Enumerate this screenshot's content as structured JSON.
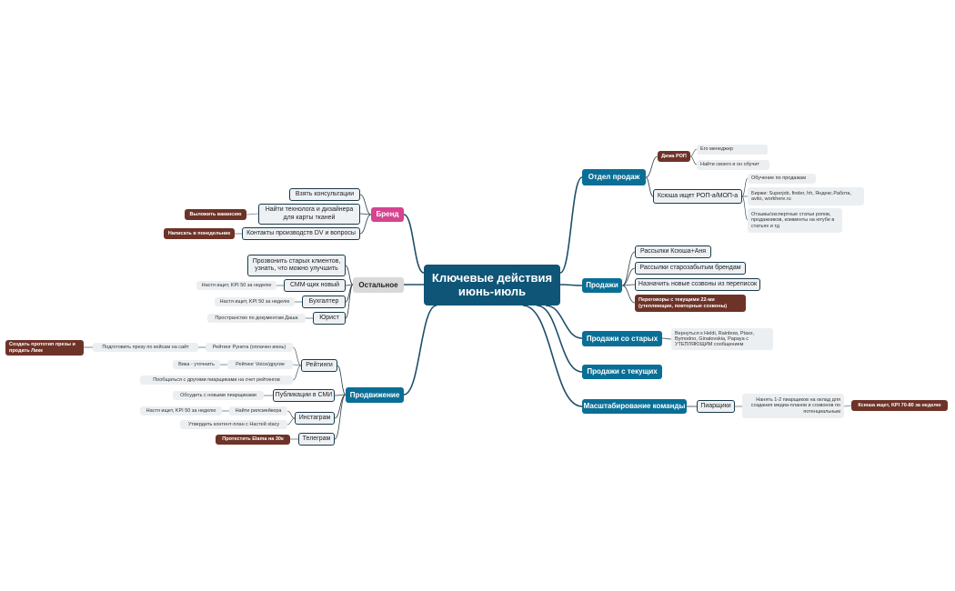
{
  "title": "Ключевые действия июнь-июль",
  "branches": {
    "otdel": {
      "label": "Отдел продаж",
      "dima": "Дима РОП",
      "dima_items": [
        "Его менеджер",
        "Найти своего и он обучит"
      ],
      "ksyusha": "Ксюша ищет РОП-а/МОП-а",
      "ksyusha_items": [
        "Обучение по продажам",
        "Биржи: Superjob, finder, hh, Яндекс.Работа, avito, workhere.ru",
        "Отзывы/экспертные статьи ропов, продажников, комменты на ютубе в статьях и тд"
      ]
    },
    "prodazhi": {
      "label": "Продажи",
      "items": [
        "Рассылки Ксюша+Аня",
        "Рассылки старозабытым брендам",
        "Назначить новые созвоны из переписок"
      ],
      "highlight": "Переговоры с текущими 22-ми (утепляющие, повторные созвоны)"
    },
    "starye": {
      "label": "Продажи со старых",
      "note": "Вернуться к Heldi, Rainbow, Ptaxx, Bymodno, Ginatovskia, Papaya с УТЕПЛЯЮЩИМ сообщением"
    },
    "tekuschie": {
      "label": "Продажи с текущих"
    },
    "masshtab": {
      "label": "Масштабирование команды",
      "sub": "Пиарщики",
      "note": "Нанять 1-2 пиарщиков на оклад для создания медиа-планов и созвонов по потенциальным",
      "highlight": "Ксюша ищет, KPI 70-80 за неделю"
    },
    "brend": {
      "label": "Бренд",
      "items": [
        "Взять консультации",
        "Найти технолога и дизайнера для карты тканей",
        "Контакты производств DV и вопросы"
      ],
      "notes": [
        "Выложить вакансию",
        "Написать в понедельник"
      ]
    },
    "ostalnoe": {
      "label": "Остальное",
      "items": [
        "Прозвонить старых клиентов, узнать, что можно улучшить",
        "СММ-щик новый",
        "Бухгалтер",
        "Юрист"
      ],
      "notes": [
        "Настя ищет, KPI 50 за неделю",
        "Настя ищет, KPI 50 за неделю",
        "Пространство по документам Даша"
      ]
    },
    "prodvizhenie": {
      "label": "Продвижение",
      "reitingi": "Рейтинги",
      "reitingi_items": [
        "Рейтинг Рунета (оплачен июнь)",
        "Рейтинг Voice/другие",
        "Пообщаться с другими пиарщиками на счет рейтингов"
      ],
      "reitingi_notes": [
        "Подготовить презу по кейсам на сайт",
        "Вика - уточнить"
      ],
      "prezy": "Создать прототип презы и продать Лике",
      "publikacii": "Публикации в СМИ",
      "publikacii_note": "Обсудить с новыми пиарщиками",
      "instagram": "Инстаграм",
      "instagram_items": [
        "Найти рилсмейкера",
        "Утвердить контент-план с Настей stacy"
      ],
      "instagram_note": "Настя ищет, KPI 50 за неделю",
      "telegram": "Телеграм",
      "telegram_note": "Протестить Elama на 30к"
    }
  }
}
